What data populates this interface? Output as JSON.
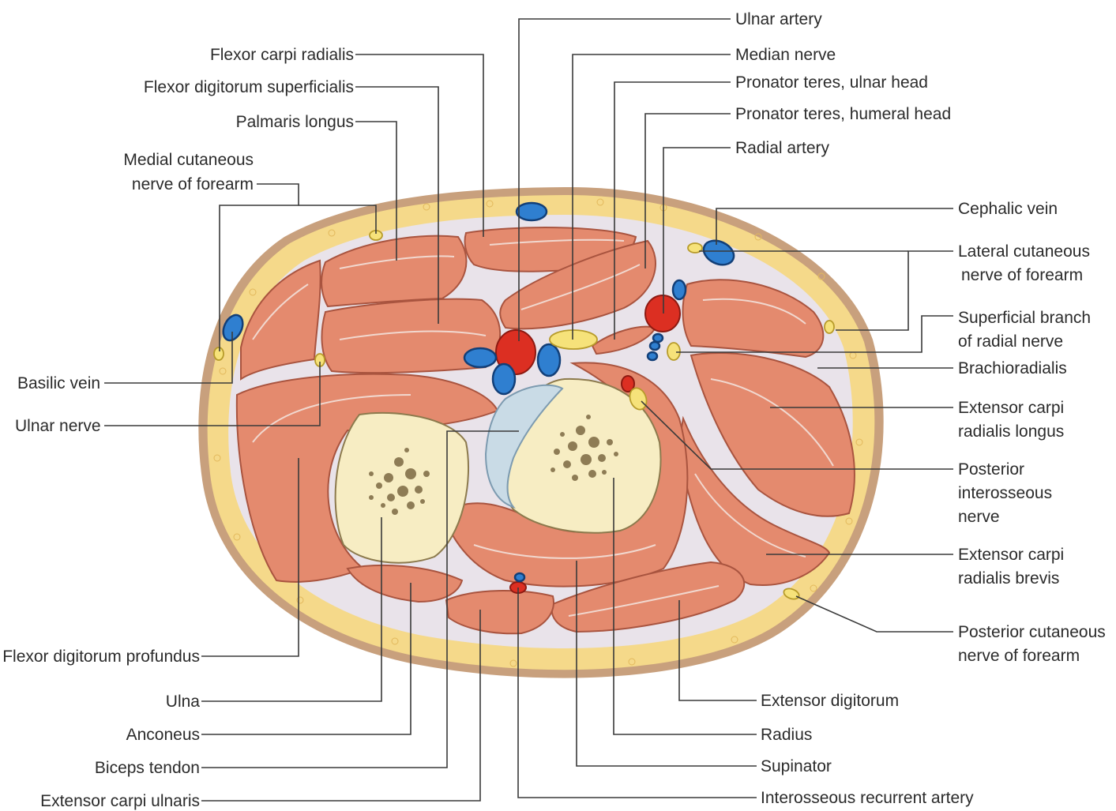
{
  "labels": {
    "ulnar_artery": "Ulnar artery",
    "median_nerve": "Median nerve",
    "pronator_teres_ulnar_head": "Pronator teres, ulnar head",
    "pronator_teres_humeral_head": "Pronator teres, humeral head",
    "radial_artery": "Radial artery",
    "cephalic_vein": "Cephalic vein",
    "lateral_cutaneous_1": "Lateral cutaneous",
    "lateral_cutaneous_2": "nerve of forearm",
    "superficial_branch_1": "Superficial branch",
    "superficial_branch_2": "of radial nerve",
    "brachioradialis": "Brachioradialis",
    "ecrl_1": "Extensor carpi",
    "ecrl_2": "radialis longus",
    "pin_1": "Posterior",
    "pin_2": "interosseous",
    "pin_3": "nerve",
    "ecrb_1": "Extensor carpi",
    "ecrb_2": "radialis brevis",
    "posterior_cutaneous_1": "Posterior cutaneous",
    "posterior_cutaneous_2": "nerve of forearm",
    "extensor_digitorum": "Extensor digitorum",
    "radius": "Radius",
    "supinator": "Supinator",
    "interosseous_recurrent_artery": "Interosseous recurrent artery",
    "flexor_carpi_radialis": "Flexor carpi radialis",
    "flexor_digitorum_superficialis": "Flexor digitorum superficialis",
    "palmaris_longus": "Palmaris longus",
    "medial_cutaneous_1": "Medial cutaneous",
    "medial_cutaneous_2": "nerve of forearm",
    "basilic_vein": "Basilic vein",
    "ulnar_nerve": "Ulnar nerve",
    "flexor_digitorum_profundus": "Flexor digitorum profundus",
    "ulna": "Ulna",
    "anconeus": "Anconeus",
    "biceps_tendon": "Biceps tendon",
    "extensor_carpi_ulnaris": "Extensor carpi ulnaris"
  },
  "colors": {
    "skin": "#c8a07d",
    "subcutaneous_fat": "#f5d98a",
    "fascia": "#e9e3ea",
    "muscle": "#e48a6e",
    "bone": "#f7edc3",
    "tendon": "#c9dbe6",
    "artery": "#dc2f22",
    "vein": "#2f7fd0",
    "nerve": "#f6e27a",
    "leader_line": "#3a3a3a"
  }
}
